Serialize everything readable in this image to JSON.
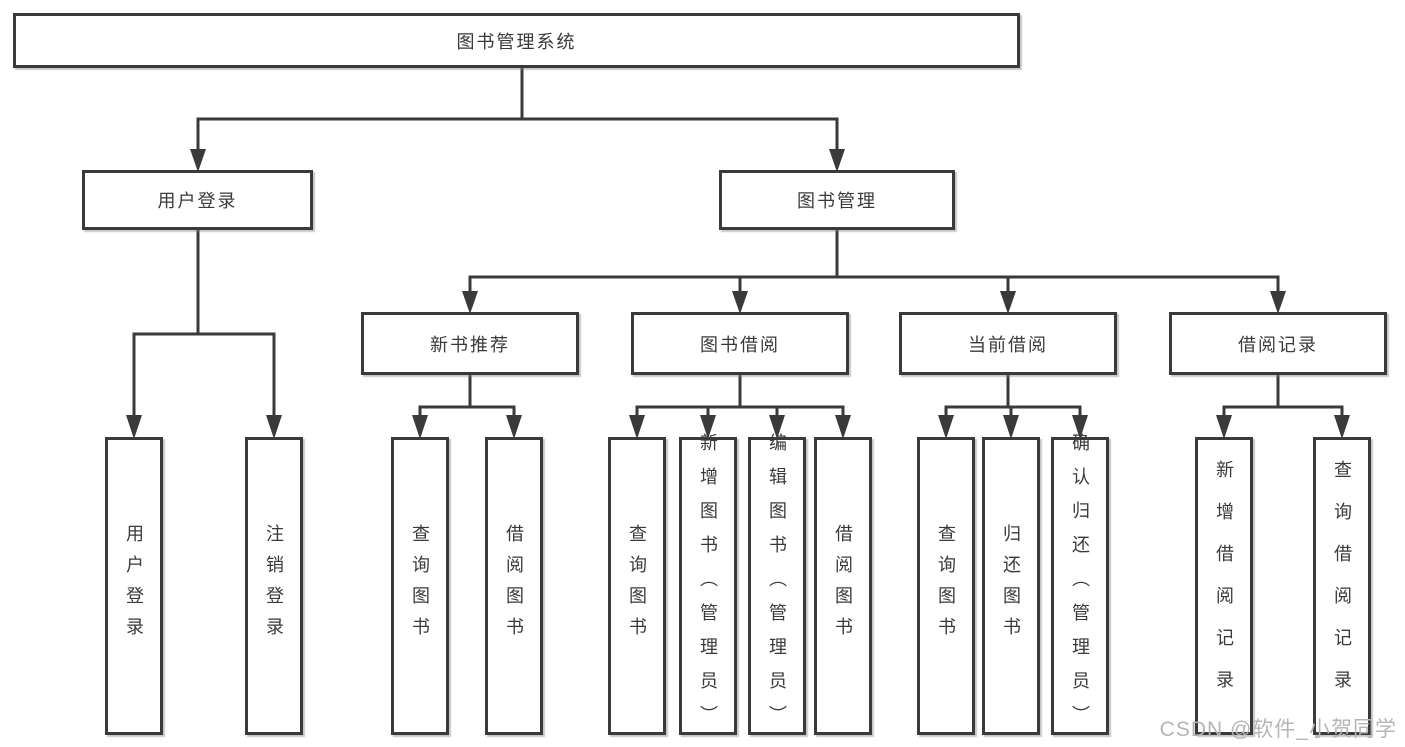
{
  "diagram": {
    "root": "图书管理系统",
    "level2": {
      "user_login": "用户登录",
      "book_management": "图书管理"
    },
    "level3": {
      "new_book_recommend": "新书推荐",
      "book_borrow": "图书借阅",
      "current_borrow": "当前借阅",
      "borrow_records": "借阅记录"
    },
    "leaves": {
      "user_login": "用户登录",
      "logout": "注销登录",
      "recommend_query_books": "查询图书",
      "recommend_borrow_books": "借阅图书",
      "borrow_query_books": "查询图书",
      "borrow_add_books": "新增图书（管理员）",
      "borrow_edit_books": "编辑图书（管理员）",
      "borrow_borrow_books": "借阅图书",
      "current_query_books": "查询图书",
      "current_return_books": "归还图书",
      "current_confirm_return": "确认归还（管理员）",
      "records_add_record": "新增借阅记录",
      "records_query_record": "查询借阅记录"
    }
  },
  "watermark": "CSDN @软件_小贺同学",
  "colors": {
    "line": "#3a3a3a",
    "text": "#3a3a3a",
    "background": "#ffffff",
    "watermark": "#b5b5b5"
  }
}
